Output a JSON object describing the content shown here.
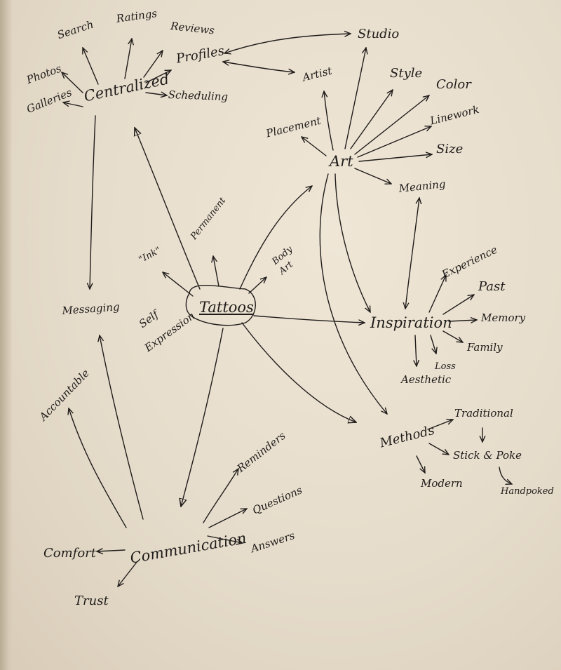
{
  "center": "Tattoos",
  "hubs": {
    "centralized": "Centralized",
    "art": "Art",
    "inspiration": "Inspiration",
    "methods": "Methods",
    "communication": "Communication",
    "messaging": "Messaging"
  },
  "centralized_items": [
    "Search",
    "Ratings",
    "Reviews",
    "Photos",
    "Galleries",
    "Profiles",
    "Scheduling"
  ],
  "art_items": [
    "Studio",
    "Artist",
    "Style",
    "Color",
    "Placement",
    "Linework",
    "Size",
    "Meaning"
  ],
  "inspiration_items": [
    "Experience",
    "Past",
    "Memory",
    "Family",
    "Loss",
    "Aesthetic"
  ],
  "methods_items": [
    "Traditional",
    "Stick & Poke",
    "Modern",
    "Handpoked"
  ],
  "tattoo_items": [
    "\"Ink\"",
    "Permanent",
    "Body",
    "Art",
    "Self",
    "Expression"
  ],
  "communication_items": [
    "Reminders",
    "Questions",
    "Answers",
    "Comfort",
    "Trust",
    "Accountable"
  ],
  "colors": {
    "ink": "#1f1c1a",
    "paper": "#e7ddcc"
  }
}
